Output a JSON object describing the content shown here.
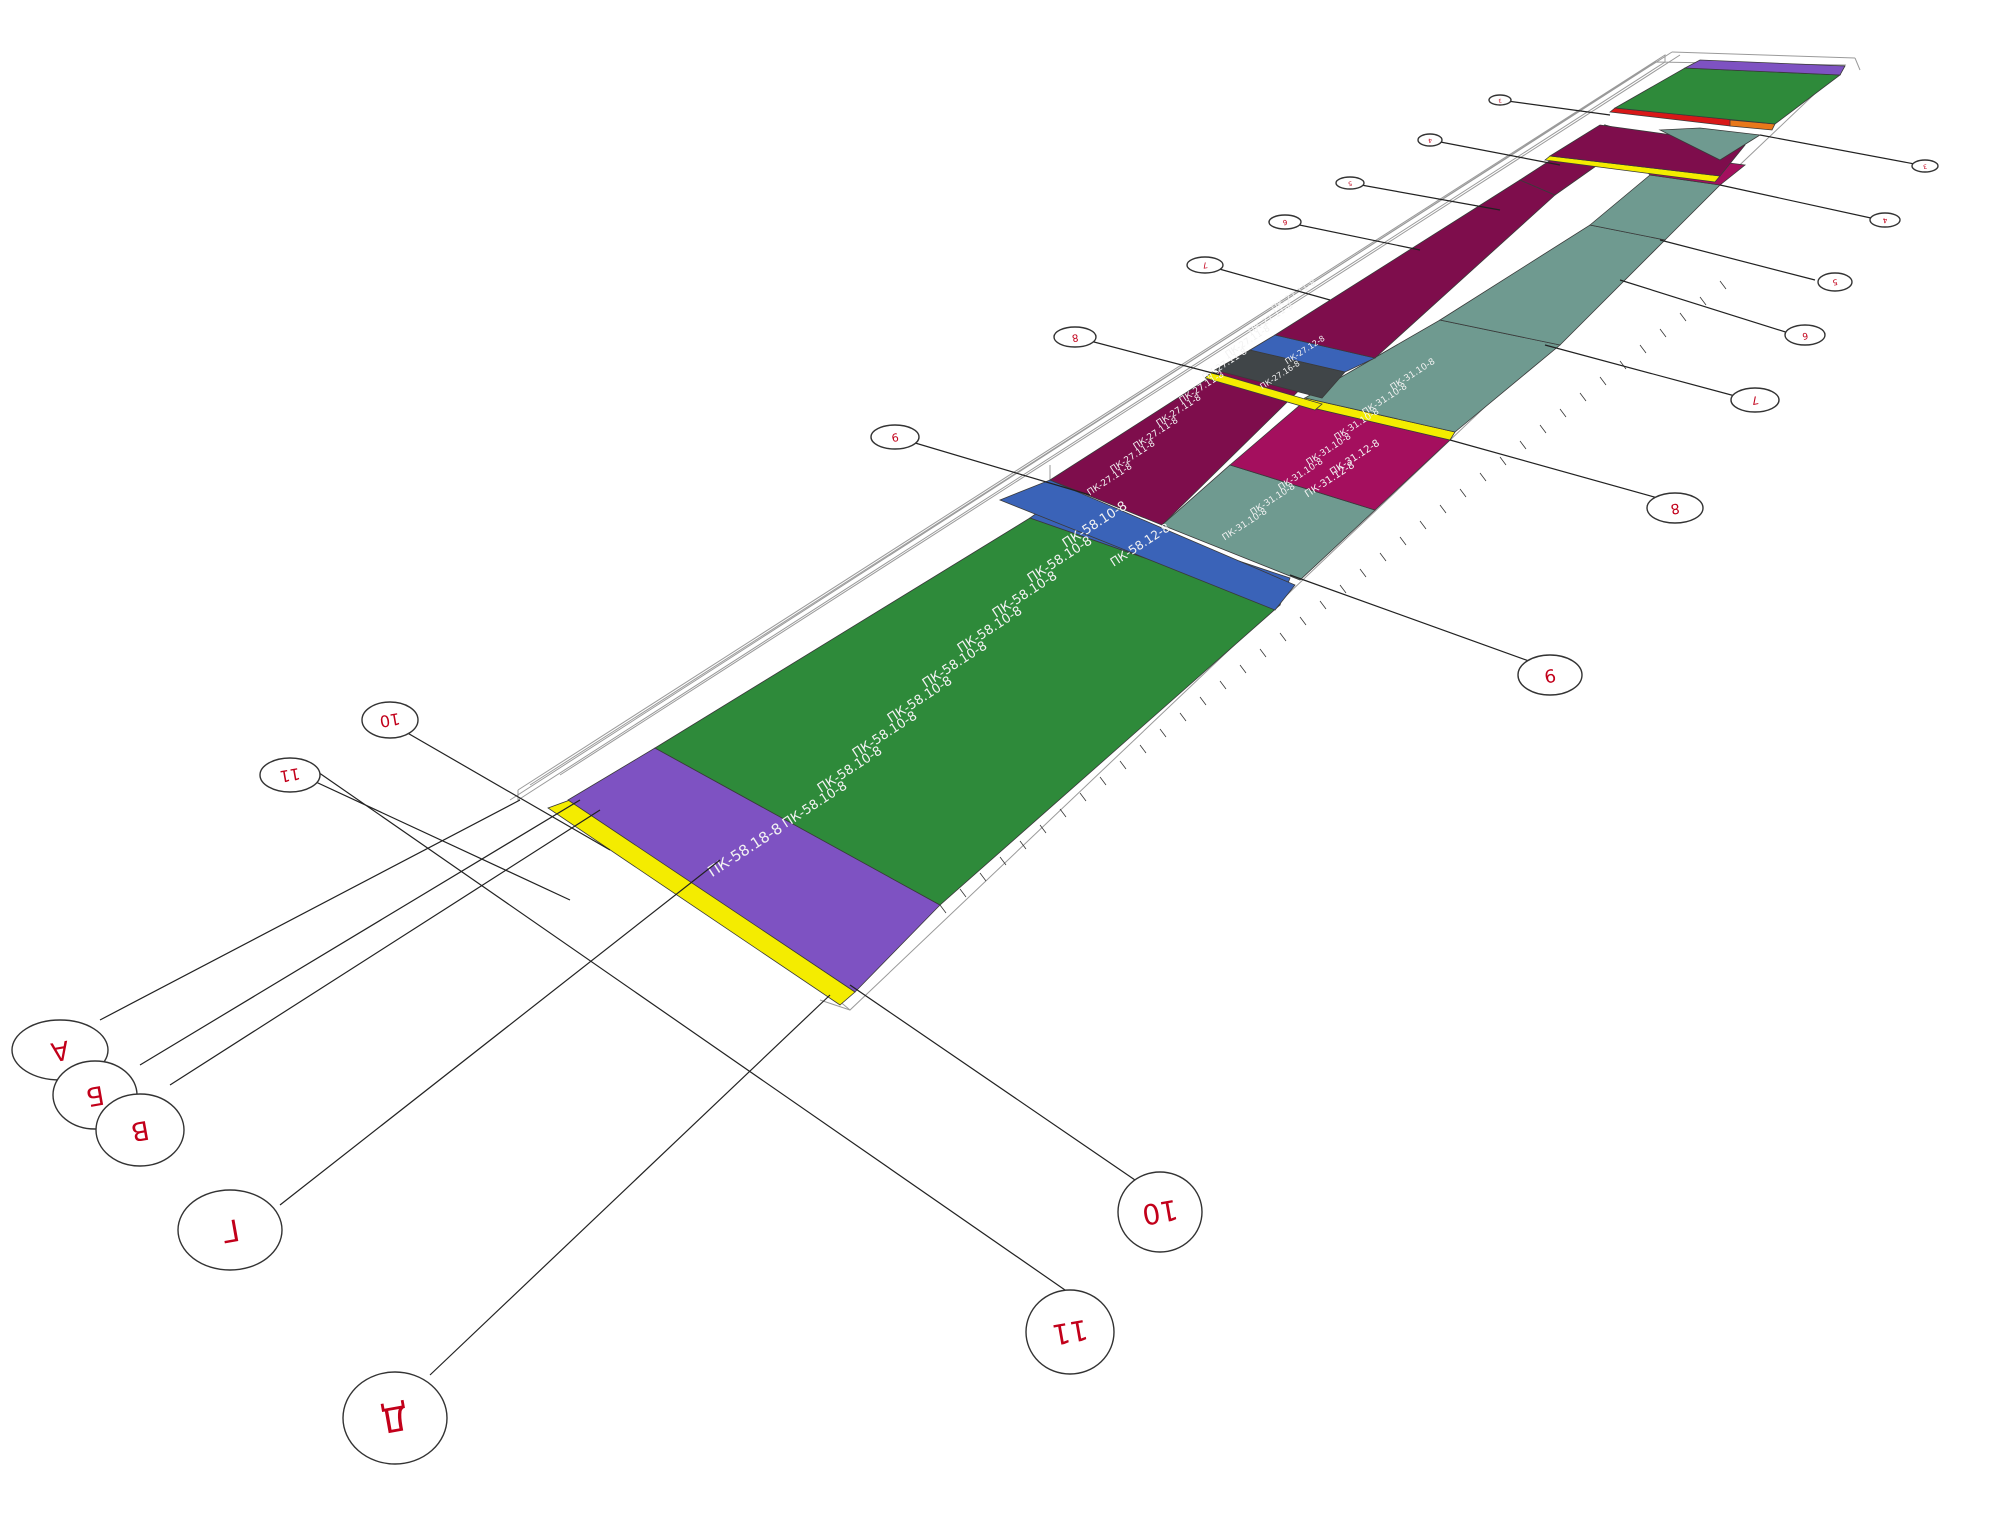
{
  "colors": {
    "purple": "#7e52c2",
    "green": "#2e8a3a",
    "blue": "#3a63b8",
    "magenta_dark": "#7e0d4c",
    "magenta": "#a40f5e",
    "teal": "#6f9a90",
    "dark_gray": "#404548",
    "yellow": "#f4ec00",
    "red": "#d81818",
    "orange": "#e8781a",
    "bubble_text": "#c2001a"
  },
  "axis_bubbles": [
    {
      "id": "A",
      "label": "А"
    },
    {
      "id": "B",
      "label": "Б"
    },
    {
      "id": "V",
      "label": "В"
    },
    {
      "id": "G",
      "label": "Г"
    },
    {
      "id": "D",
      "label": "Д"
    },
    {
      "id": "10-bottom",
      "label": "10"
    },
    {
      "id": "11-bottom",
      "label": "11"
    },
    {
      "id": "10-top",
      "label": "10"
    },
    {
      "id": "11-top",
      "label": "11"
    },
    {
      "id": "9-right",
      "label": "9"
    },
    {
      "id": "8-right",
      "label": "8"
    },
    {
      "id": "7-right",
      "label": "7"
    },
    {
      "id": "6-right",
      "label": "6"
    },
    {
      "id": "5-right",
      "label": "5"
    },
    {
      "id": "4-right",
      "label": "4"
    },
    {
      "id": "3-right",
      "label": "3"
    },
    {
      "id": "9-left",
      "label": "9"
    },
    {
      "id": "8-left",
      "label": "8"
    },
    {
      "id": "7-left",
      "label": "7"
    },
    {
      "id": "6-left",
      "label": "6"
    },
    {
      "id": "5-left",
      "label": "5"
    },
    {
      "id": "4-left",
      "label": "4"
    },
    {
      "id": "3-left",
      "label": "3"
    }
  ],
  "panels": {
    "purple_front": "ПК-58.18-8",
    "green_rows": [
      "ПК-58.10-8",
      "ПК-58.10-8",
      "ПК-58.10-8",
      "ПК-58.10-8",
      "ПК-58.10-8",
      "ПК-58.10-8",
      "ПК-58.10-8",
      "ПК-58.10-8",
      "ПК-58.10-8"
    ],
    "blue_row": "ПК-58.12-8",
    "magenta_rows": [
      "ПК-27.11-8",
      "ПК-27.11-8",
      "ПК-27.11-8",
      "ПК-27.11-8",
      "ПК-27.11-8",
      "ПК-27.11-8",
      "ПК-27.11-8",
      "ПК-27.11-8",
      "ПК-27.11-8"
    ],
    "magenta_light_rows": [
      "ПК-31.12-8",
      "ПК-31.12-8"
    ],
    "teal_rows": [
      "ПК-31.10-8",
      "ПК-31.10-8",
      "ПК-31.10-8",
      "ПК-31.10-8",
      "ПК-31.10-8",
      "ПК-31.10-8",
      "ПК-31.10-8"
    ],
    "blue_small": "ПК-27.12-8",
    "gray_small": "ПК-27.16-8"
  }
}
